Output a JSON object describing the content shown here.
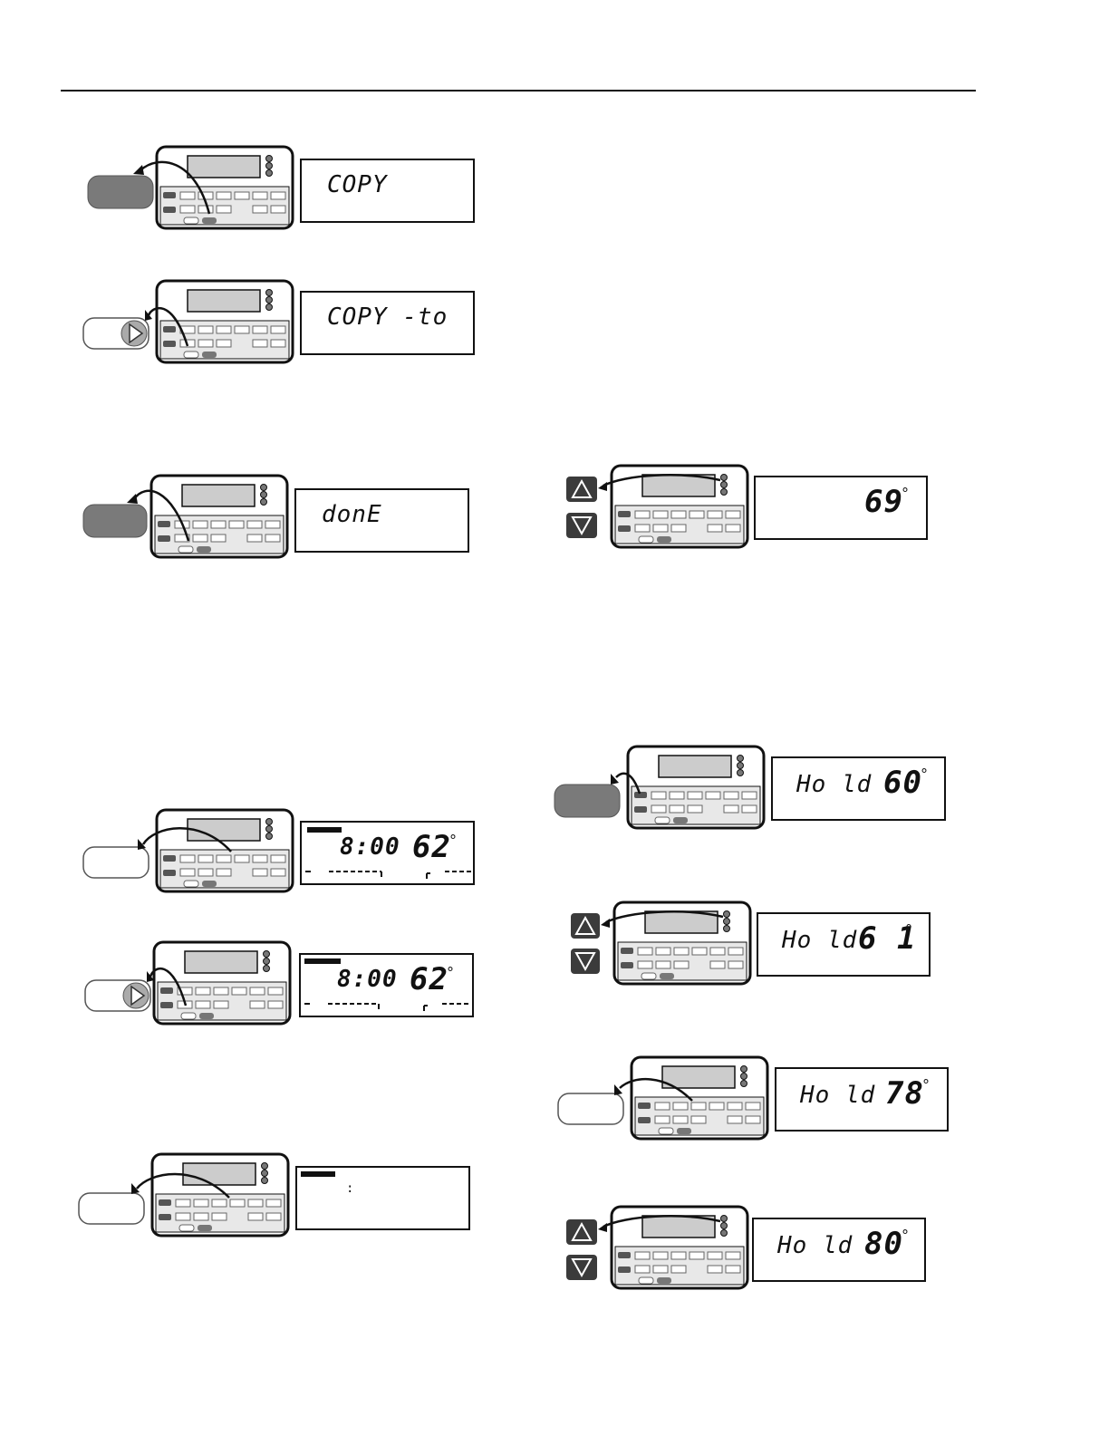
{
  "page": {
    "title": "",
    "body_text": ""
  },
  "icons": {
    "arrow_right": "play-icon",
    "arrow_up": "up-triangle-icon",
    "arrow_down": "down-triangle-icon"
  },
  "colors": {
    "button_gray": "#7a7a7a",
    "key_dark": "#3b3b3b",
    "outline": "#111111"
  },
  "left_steps": [
    {
      "display": "COPY"
    },
    {
      "display": "COPY -to"
    },
    {
      "display": "donE"
    },
    {
      "time": "8:00",
      "temp": "62",
      "unit": "°"
    },
    {
      "time": "8:00",
      "temp": "62",
      "unit": "°"
    },
    {
      "colon": ":"
    }
  ],
  "right_steps": [
    {
      "temp": "69",
      "unit": "°"
    },
    {
      "label": "Ho ld",
      "temp": "60",
      "unit": "°"
    },
    {
      "label": "Ho ld",
      "temp": "6 1",
      "unit": "°"
    },
    {
      "label": "Ho ld",
      "temp": "78",
      "unit": "°"
    },
    {
      "label": "Ho ld",
      "temp": "80",
      "unit": "°"
    }
  ]
}
